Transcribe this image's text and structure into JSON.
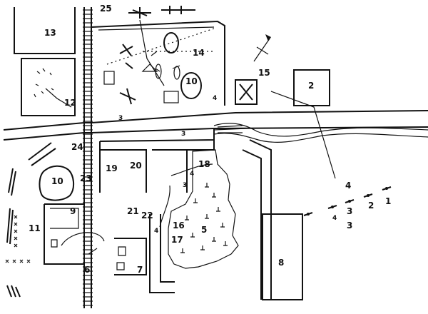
{
  "map": {
    "area_labels": [
      "25",
      "13",
      "14",
      "10",
      "15",
      "2",
      "12",
      "24",
      "19",
      "20",
      "18",
      "10",
      "23",
      "9",
      "11",
      "21",
      "22",
      "16",
      "5",
      "17",
      "6",
      "7",
      "8",
      "4",
      "3",
      "1",
      "2",
      "3",
      "4"
    ],
    "small_labels": [
      "3",
      "4",
      "3",
      "4",
      "3",
      "4"
    ]
  }
}
